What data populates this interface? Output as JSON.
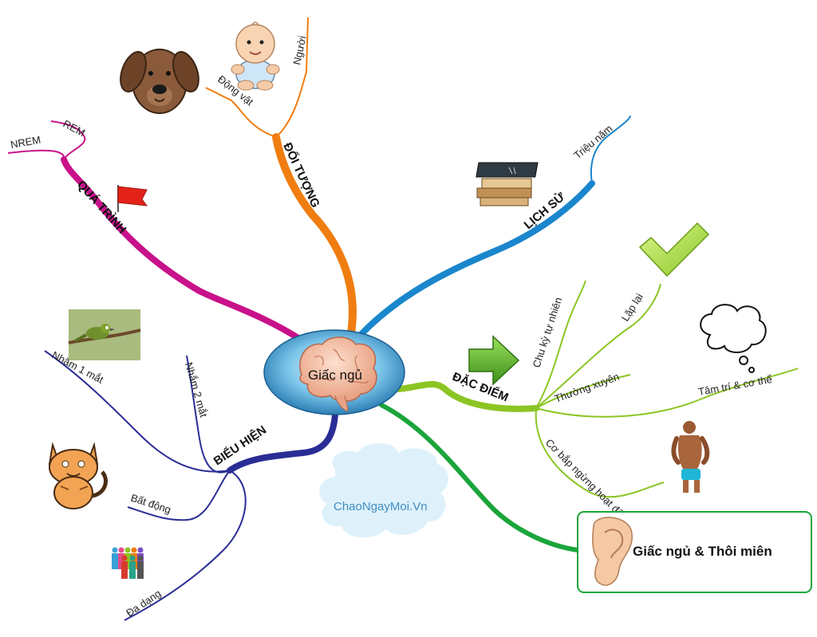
{
  "center": {
    "label": "Giấc ngủ",
    "icon": "brain-icon"
  },
  "branches": {
    "doi_tuong": {
      "label": "ĐỐI TƯỢNG",
      "color": "#f07d10",
      "children": [
        "Động vật",
        "Người"
      ],
      "icons": [
        "dog-icon",
        "baby-icon"
      ]
    },
    "qua_trinh": {
      "label": "QUÁ TRÌNH",
      "color": "#c8118a",
      "children": [
        "NREM",
        "REM"
      ],
      "icons": [
        "red-flag-icon"
      ]
    },
    "lich_su": {
      "label": "LỊCH SỬ",
      "color": "#1a86cc",
      "children": [
        "Triệu năm"
      ],
      "icons": [
        "books-icon"
      ]
    },
    "dac_diem": {
      "label": "ĐẶC ĐIỂM",
      "color": "#8cc523",
      "children": [
        "Chu kỳ tự nhiên",
        "Lặp lại",
        "Thường xuyên",
        "Tâm trí & cơ thể",
        "Cơ bắp ngừng hoạt động"
      ],
      "icons": [
        "green-arrow-icon",
        "checkmark-icon",
        "thought-cloud-icon",
        "muscle-man-icon"
      ]
    },
    "bieu_hien": {
      "label": "BIỂU HIỆN",
      "color": "#2b2d96",
      "children": [
        "Nhắm 1 mắt",
        "Nhắm 2 mắt",
        "Bất động",
        "Đa dạng"
      ],
      "icons": [
        "bird-icon",
        "cat-icon",
        "people-icon"
      ]
    },
    "link": {
      "label": "Giấc ngủ & Thôi miên",
      "color": "#1aa53a",
      "icon": "ear-icon"
    }
  },
  "watermark": "ChaoNgayMoi.Vn"
}
